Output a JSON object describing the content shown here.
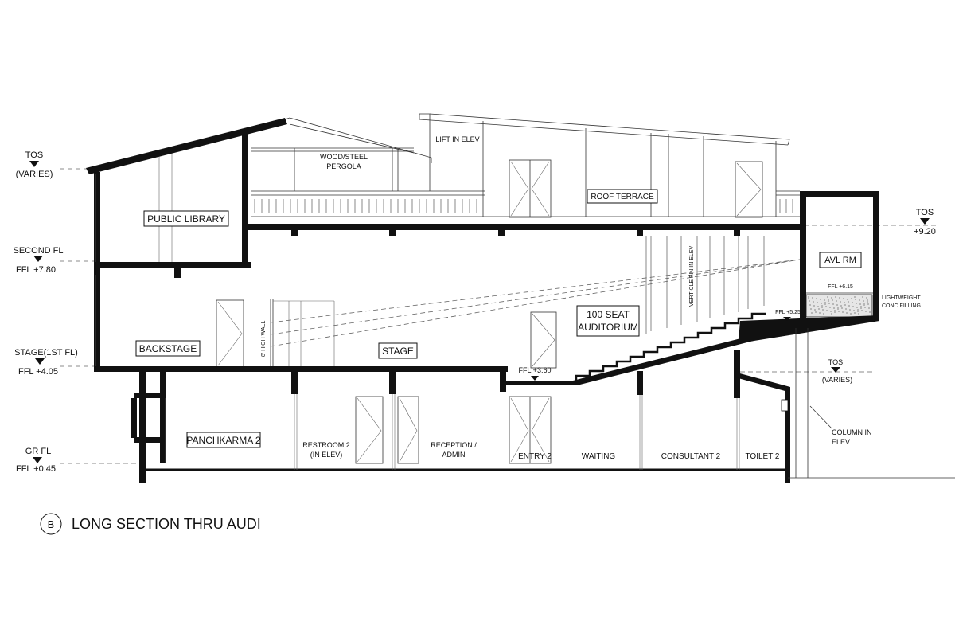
{
  "drawing": {
    "section_letter": "B",
    "section_title": "LONG SECTION THRU AUDI"
  },
  "levels_left": [
    {
      "name": "TOS",
      "value": "(VARIES)"
    },
    {
      "name": "SECOND FL",
      "value": "FFL +7.80"
    },
    {
      "name": "STAGE(1ST FL)",
      "value": "FFL +4.05"
    },
    {
      "name": "GR FL",
      "value": "FFL +0.45"
    }
  ],
  "levels_right": [
    {
      "name": "TOS",
      "value": "+9.20"
    },
    {
      "name": "TOS",
      "value": "(VARIES)"
    }
  ],
  "rooms": {
    "public_library": "PUBLIC LIBRARY",
    "backstage": "BACKSTAGE",
    "stage": "STAGE",
    "auditorium_1": "100 SEAT",
    "auditorium_2": "AUDITORIUM",
    "avl": "AVL RM",
    "panchkarma": "PANCHKARMA 2",
    "roof_terrace": "ROOF TERRACE"
  },
  "labels": {
    "pergola_1": "WOOD/STEEL",
    "pergola_2": "PERGOLA",
    "lift": "LIFT IN ELEV",
    "wall8": "8' HIGH WALL",
    "fin": "VERTICLE FIN IN ELEV",
    "ffl_360": "FFL +3.60",
    "ffl_525": "FFL +5.25",
    "ffl_615": "FFL +6.15",
    "lw_1": "LIGHTWEIGHT",
    "lw_2": "CONC FILLING",
    "column_1": "COLUMN IN",
    "column_2": "ELEV",
    "restroom_1": "RESTROOM 2",
    "restroom_2": "(IN ELEV)",
    "reception_1": "RECEPTION /",
    "reception_2": "ADMIN",
    "entry": "ENTRY 2",
    "waiting": "WAITING",
    "consultant": "CONSULTANT 2",
    "toilet": "TOILET 2"
  },
  "colors": {
    "line": "#111111",
    "background": "#ffffff"
  }
}
